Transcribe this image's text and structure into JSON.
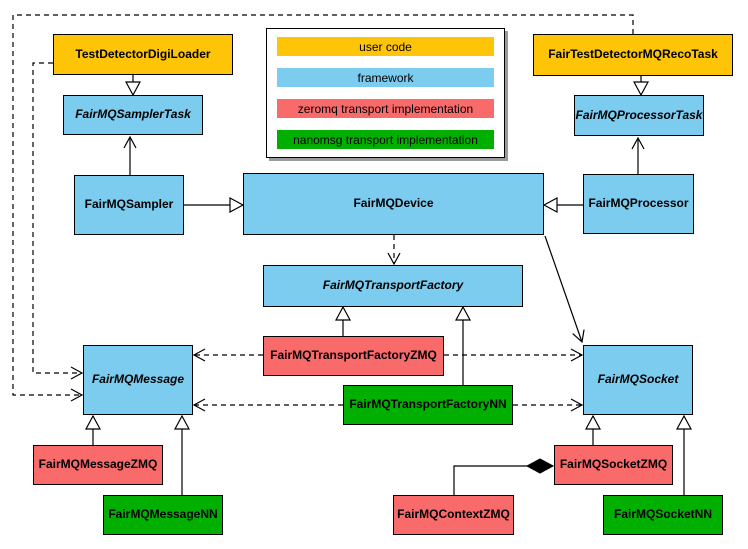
{
  "colors": {
    "user-code": "#FDC408",
    "framework": "#7CCCF0",
    "zeromq": "#F96A6A",
    "nanomsg": "#00AF00",
    "connector": "#000000",
    "background": "#FFFFFF"
  },
  "legend": {
    "items": [
      {
        "label": "user code",
        "color": "#FDC408",
        "category": "user-code"
      },
      {
        "label": "framework",
        "color": "#7CCCF0",
        "category": "framework"
      },
      {
        "label": "zeromq transport implementation",
        "color": "#F96A6A",
        "category": "zeromq"
      },
      {
        "label": "nanomsg transport implementation",
        "color": "#00AF00",
        "category": "nanomsg"
      }
    ]
  },
  "nodes": {
    "testDetectorDigiLoader": {
      "label": "TestDetectorDigiLoader",
      "category": "user-code",
      "abstract": false
    },
    "fairTestDetectorMQRecoTask": {
      "label": "FairTestDetectorMQRecoTask",
      "category": "user-code",
      "abstract": false
    },
    "fairMQSamplerTask": {
      "label": "FairMQSamplerTask",
      "category": "framework",
      "abstract": true
    },
    "fairMQProcessorTask": {
      "label": "FairMQProcessorTask",
      "category": "framework",
      "abstract": true
    },
    "fairMQSampler": {
      "label": "FairMQSampler",
      "category": "framework",
      "abstract": false
    },
    "fairMQDevice": {
      "label": "FairMQDevice",
      "category": "framework",
      "abstract": false
    },
    "fairMQProcessor": {
      "label": "FairMQProcessor",
      "category": "framework",
      "abstract": false
    },
    "fairMQTransportFactory": {
      "label": "FairMQTransportFactory",
      "category": "framework",
      "abstract": true
    },
    "fairMQMessage": {
      "label": "FairMQMessage",
      "category": "framework",
      "abstract": true
    },
    "fairMQSocket": {
      "label": "FairMQSocket",
      "category": "framework",
      "abstract": true
    },
    "fairMQTransportFactoryZMQ": {
      "label": "FairMQTransportFactoryZMQ",
      "category": "zeromq",
      "abstract": false
    },
    "fairMQTransportFactoryNN": {
      "label": "FairMQTransportFactoryNN",
      "category": "nanomsg",
      "abstract": false
    },
    "fairMQMessageZMQ": {
      "label": "FairMQMessageZMQ",
      "category": "zeromq",
      "abstract": false
    },
    "fairMQMessageNN": {
      "label": "FairMQMessageNN",
      "category": "nanomsg",
      "abstract": false
    },
    "fairMQSocketZMQ": {
      "label": "FairMQSocketZMQ",
      "category": "zeromq",
      "abstract": false
    },
    "fairMQContextZMQ": {
      "label": "FairMQContextZMQ",
      "category": "zeromq",
      "abstract": false
    },
    "fairMQSocketNN": {
      "label": "FairMQSocketNN",
      "category": "nanomsg",
      "abstract": false
    }
  },
  "relationships": [
    {
      "from": "TestDetectorDigiLoader",
      "to": "FairMQSamplerTask",
      "type": "generalization"
    },
    {
      "from": "FairTestDetectorMQRecoTask",
      "to": "FairMQProcessorTask",
      "type": "generalization"
    },
    {
      "from": "FairMQSampler",
      "to": "FairMQSamplerTask",
      "type": "association-arrow"
    },
    {
      "from": "FairMQProcessor",
      "to": "FairMQProcessorTask",
      "type": "association-arrow"
    },
    {
      "from": "FairMQSampler",
      "to": "FairMQDevice",
      "type": "generalization"
    },
    {
      "from": "FairMQProcessor",
      "to": "FairMQDevice",
      "type": "generalization"
    },
    {
      "from": "FairMQDevice",
      "to": "FairMQTransportFactory",
      "type": "dependency-dashed"
    },
    {
      "from": "FairMQDevice",
      "to": "FairMQSocket",
      "type": "association-arrow"
    },
    {
      "from": "FairMQTransportFactoryZMQ",
      "to": "FairMQTransportFactory",
      "type": "generalization"
    },
    {
      "from": "FairMQTransportFactoryNN",
      "to": "FairMQTransportFactory",
      "type": "generalization"
    },
    {
      "from": "FairMQTransportFactoryZMQ",
      "to": "FairMQMessage",
      "type": "dependency-dashed"
    },
    {
      "from": "FairMQTransportFactoryZMQ",
      "to": "FairMQSocket",
      "type": "dependency-dashed"
    },
    {
      "from": "FairMQTransportFactoryNN",
      "to": "FairMQMessage",
      "type": "dependency-dashed"
    },
    {
      "from": "FairMQTransportFactoryNN",
      "to": "FairMQSocket",
      "type": "dependency-dashed"
    },
    {
      "from": "TestDetectorDigiLoader",
      "to": "FairMQMessage",
      "type": "dependency-dashed"
    },
    {
      "from": "FairTestDetectorMQRecoTask",
      "to": "FairMQMessage",
      "type": "dependency-dashed"
    },
    {
      "from": "FairMQMessageZMQ",
      "to": "FairMQMessage",
      "type": "generalization"
    },
    {
      "from": "FairMQMessageNN",
      "to": "FairMQMessage",
      "type": "generalization"
    },
    {
      "from": "FairMQSocketZMQ",
      "to": "FairMQSocket",
      "type": "generalization"
    },
    {
      "from": "FairMQSocketNN",
      "to": "FairMQSocket",
      "type": "generalization"
    },
    {
      "from": "FairMQContextZMQ",
      "to": "FairMQSocketZMQ",
      "type": "composition"
    }
  ]
}
